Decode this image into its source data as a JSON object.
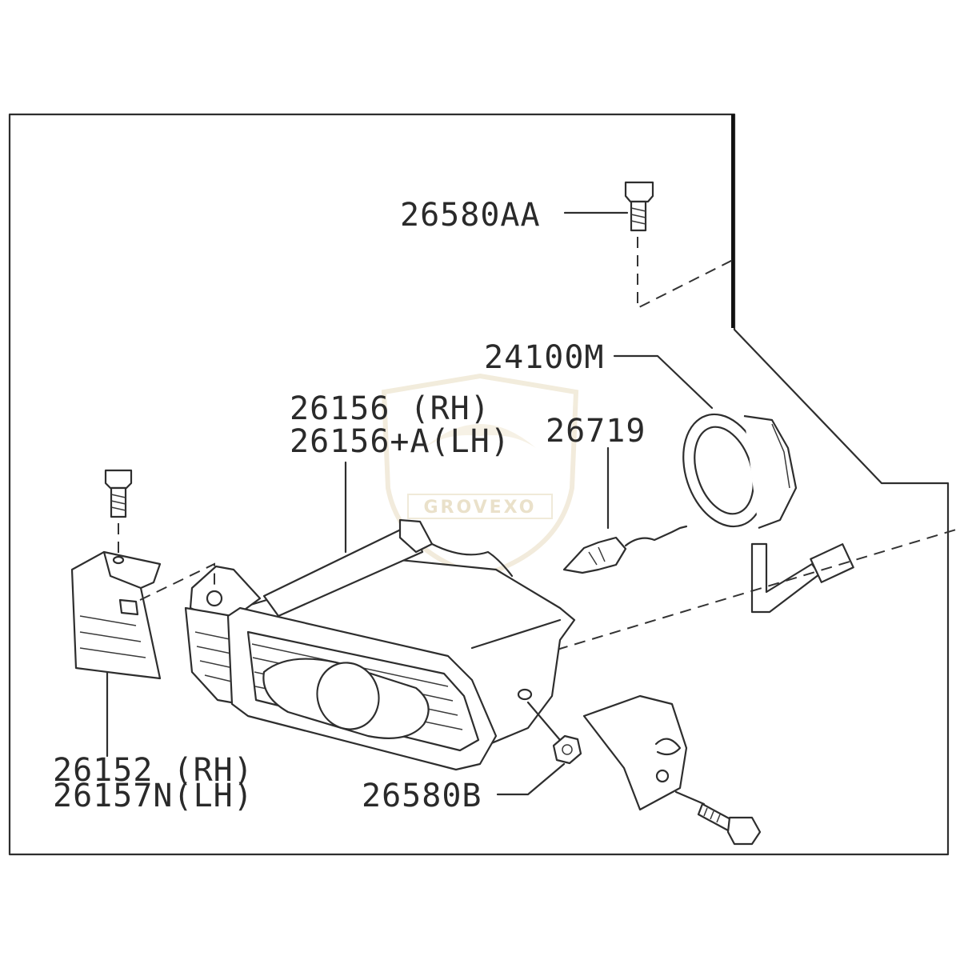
{
  "diagram": {
    "parts": {
      "bolt_top": "26580AA",
      "bracket_cover": "24100M",
      "bulb": "26719",
      "lamp_rh": "26156  (RH)",
      "lamp_lh": "26156+A(LH)",
      "bracket_rh": "26152 (RH)",
      "bracket_lh": "26157N(LH)",
      "nut": "26580B"
    },
    "watermark": "GROVEXO"
  }
}
